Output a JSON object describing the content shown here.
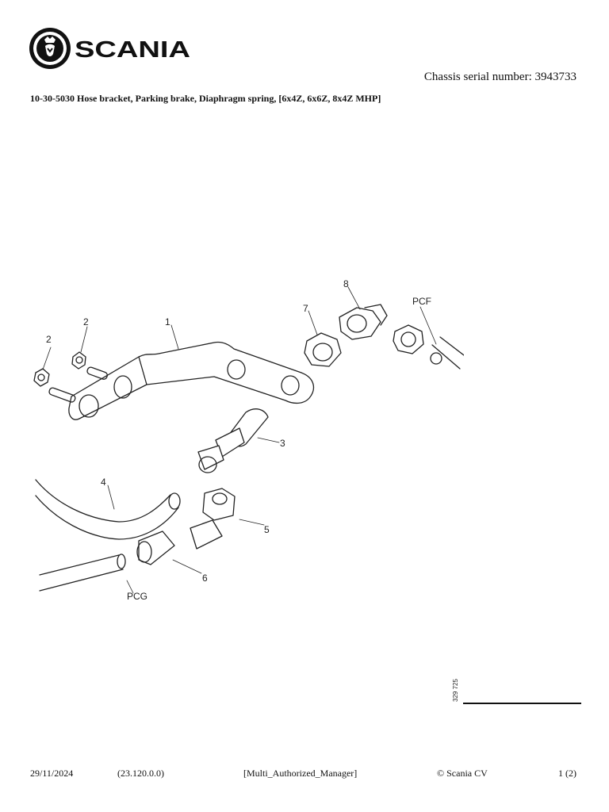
{
  "header": {
    "brand": "SCANIA",
    "chassis_serial": "Chassis serial number: 3943733"
  },
  "document": {
    "title": "10-30-5030 Hose bracket, Parking brake, Diaphragm spring, [6x4Z, 6x6Z, 8x4Z MHP]"
  },
  "diagram": {
    "callouts": [
      "1",
      "2",
      "2",
      "3",
      "4",
      "5",
      "6",
      "7",
      "8",
      "PCF",
      "PCG"
    ],
    "figure_number": "329 725"
  },
  "footer": {
    "date": "29/11/2024",
    "version": "(23.120.0.0)",
    "user": "[Multi_Authorized_Manager]",
    "copyright": "© Scania CV",
    "page": "1 (2)"
  }
}
